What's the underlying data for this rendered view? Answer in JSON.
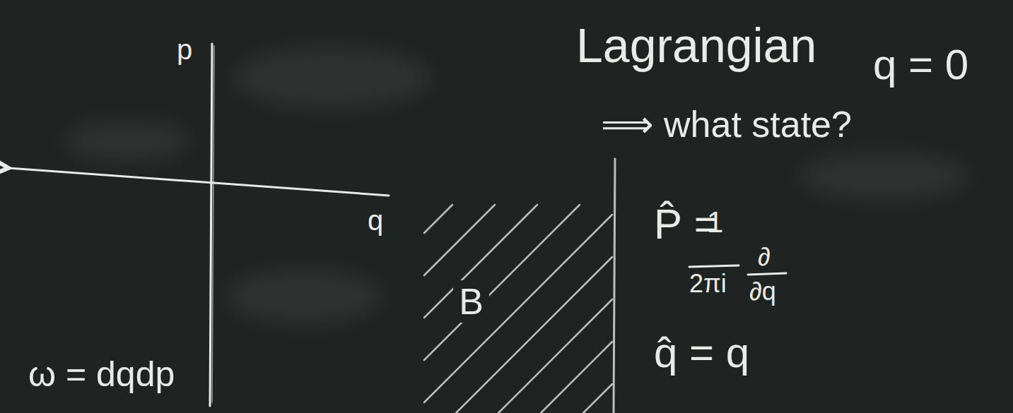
{
  "diagram": {
    "nodes": [
      {
        "text": [
          "B"
        ]
      }
    ],
    "labels": [
      "p",
      "q",
      "ω = dqdp",
      "Lagrangian",
      "q = 0",
      "⟹ what state?",
      "P̂ =",
      "1",
      "2πi",
      "∂",
      "∂q",
      "q̂ = q"
    ]
  }
}
